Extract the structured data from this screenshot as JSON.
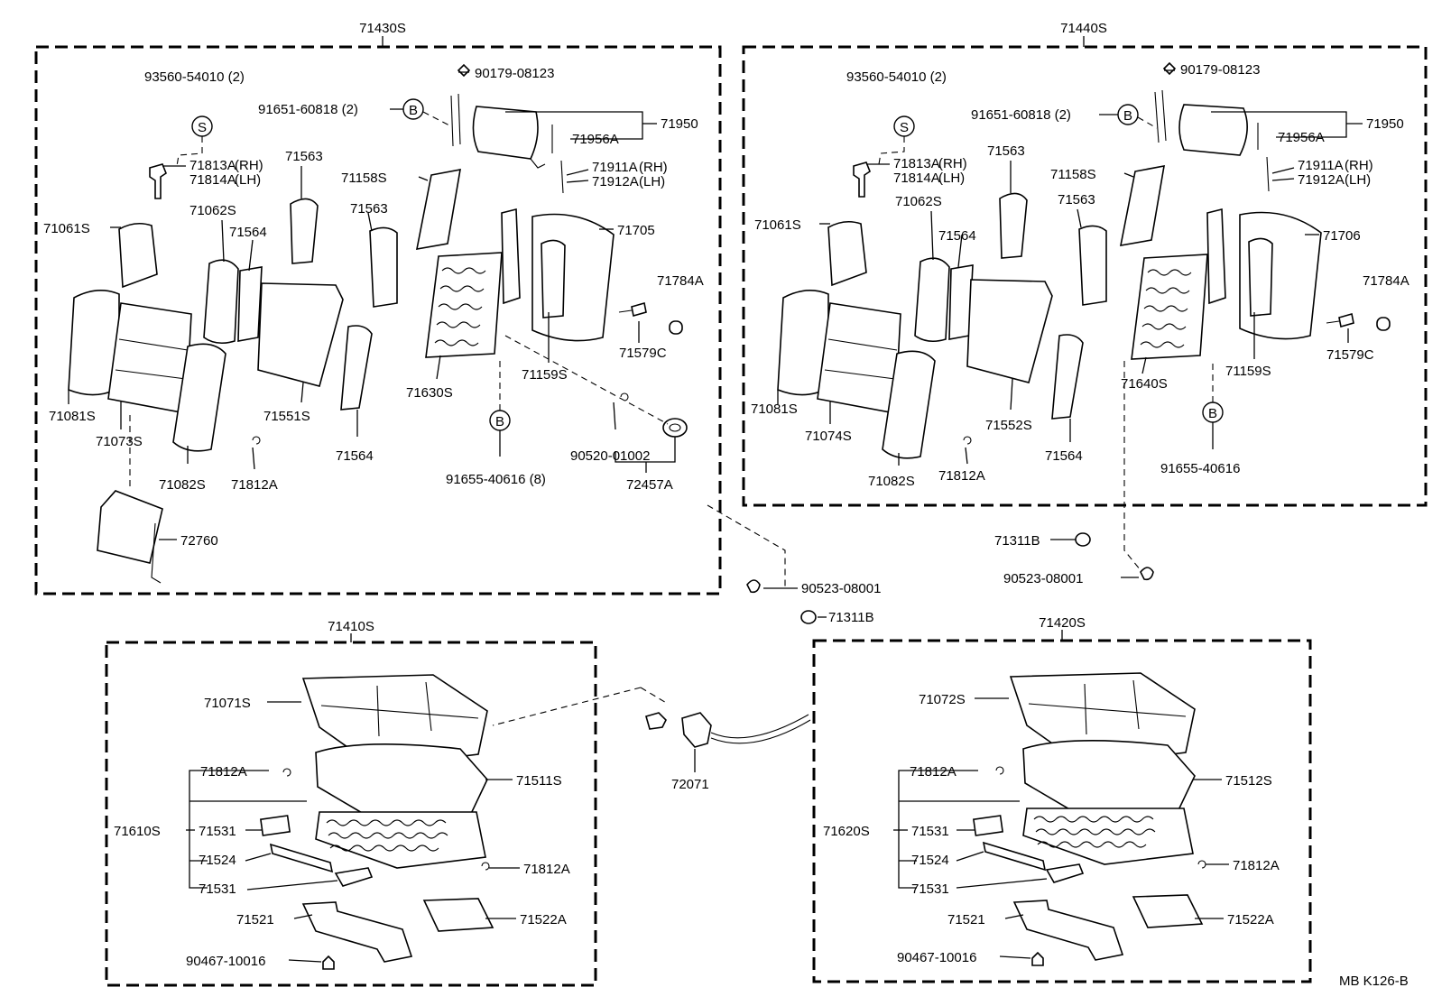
{
  "groups": {
    "g71430S": "71430S",
    "g71440S": "71440S",
    "g71410S": "71410S",
    "g71420S": "71420S"
  },
  "upper_left": {
    "p93560": "93560-54010 (2)",
    "pS": "S",
    "p90179": "90179-08123",
    "p91651": "91651-60818 (2)",
    "pB1": "B",
    "p71950": "71950",
    "p71956A": "71956A",
    "p71813A": "71813A",
    "p71813A_rh": "(RH)",
    "p71814A": "71814A",
    "p71814A_lh": "(LH)",
    "p71563a": "71563",
    "p71911A": "71911A",
    "p71911A_rh": "(RH)",
    "p71912A": "71912A",
    "p71912A_lh": "(LH)",
    "p71158S": "71158S",
    "p71062S": "71062S",
    "p71563b": "71563",
    "p71705": "71705",
    "p71061S": "71061S",
    "p71564a": "71564",
    "p71784A": "71784A",
    "p71579C": "71579C",
    "p71159S": "71159S",
    "p71081S": "71081S",
    "p71551S": "71551S",
    "p71630S": "71630S",
    "p71073S": "71073S",
    "pB2": "B",
    "p90520": "90520-01002",
    "p71564b": "71564",
    "p91655": "91655-40616 (8)",
    "p71082S": "71082S",
    "p71812A": "71812A",
    "p72457A": "72457A",
    "p72760": "72760"
  },
  "upper_right": {
    "p93560": "93560-54010 (2)",
    "pS": "S",
    "p90179": "90179-08123",
    "p91651": "91651-60818 (2)",
    "pB1": "B",
    "p71950": "71950",
    "p71956A": "71956A",
    "p71813A": "71813A",
    "p71813A_rh": "(RH)",
    "p71814A": "71814A",
    "p71814A_lh": "(LH)",
    "p71563a": "71563",
    "p71911A": "71911A",
    "p71911A_rh": "(RH)",
    "p71912A": "71912A",
    "p71912A_lh": "(LH)",
    "p71158S": "71158S",
    "p71062S": "71062S",
    "p71563b": "71563",
    "p71706": "71706",
    "p71061S": "71061S",
    "p71564a": "71564",
    "p71784A": "71784A",
    "p71579C": "71579C",
    "p71159S": "71159S",
    "p71081S": "71081S",
    "p71640S": "71640S",
    "p71074S": "71074S",
    "p71552S": "71552S",
    "pB2": "B",
    "p71564b": "71564",
    "p91655": "91655-40616",
    "p71082S": "71082S",
    "p71812A": "71812A"
  },
  "middle": {
    "p71311B_r": "71311B",
    "p90523_r": "90523-08001",
    "p90523_l": "90523-08001",
    "p71311B_l": "71311B",
    "p72071": "72071"
  },
  "lower_left": {
    "p71071S": "71071S",
    "p71812A_a": "71812A",
    "p71511S": "71511S",
    "p71610S": "71610S",
    "p71531_a": "71531",
    "p71524": "71524",
    "p71531_b": "71531",
    "p71812A_b": "71812A",
    "p71521": "71521",
    "p71522A": "71522A",
    "p90467": "90467-10016"
  },
  "lower_right": {
    "p71072S": "71072S",
    "p71812A_a": "71812A",
    "p71512S": "71512S",
    "p71620S": "71620S",
    "p71531_a": "71531",
    "p71524": "71524",
    "p71531_b": "71531",
    "p71812A_b": "71812A",
    "p71521": "71521",
    "p71522A": "71522A",
    "p90467": "90467-10016"
  },
  "footer": {
    "code": "MB K126-B"
  }
}
